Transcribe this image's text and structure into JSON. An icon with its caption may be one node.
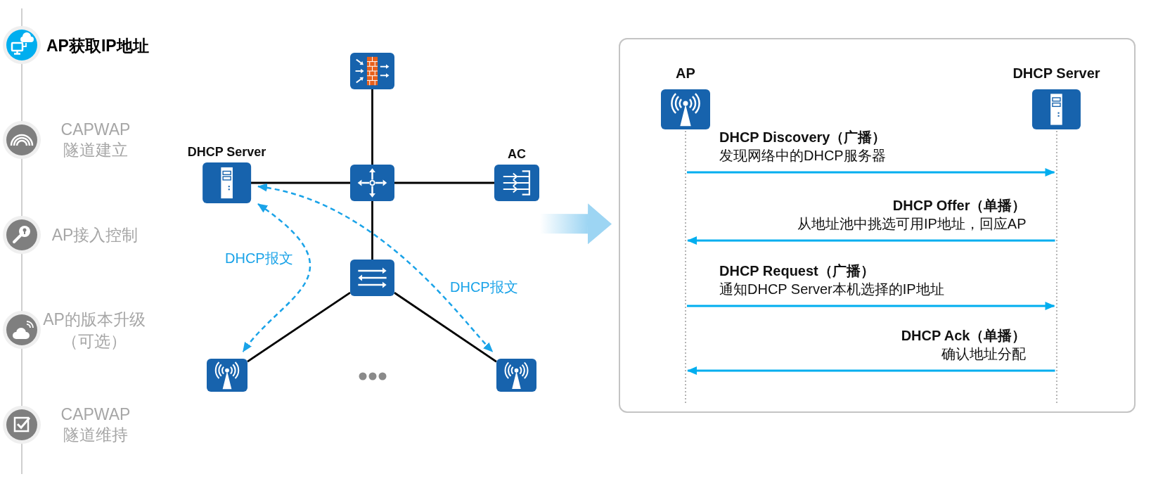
{
  "diagram": {
    "nodes": [
      {
        "text": [],
        "shape": "picture"
      },
      {
        "text": [
          "DHCP Server"
        ]
      },
      {
        "text": [],
        "shape": "picture"
      },
      {
        "text": [
          "AC"
        ]
      },
      {
        "text": [],
        "shape": "picture"
      },
      {
        "text": [],
        "shape": "picture"
      },
      {
        "text": [],
        "shape": "picture"
      },
      {
        "text": [],
        "shape": "box"
      },
      {
        "text": [
          "AP"
        ],
        "in": 7
      },
      {
        "text": [
          "DHCP Server"
        ],
        "in": 7
      }
    ],
    "edges": [
      {
        "from": 0,
        "to": 2,
        "arrow": "none"
      },
      {
        "from": 1,
        "to": 2,
        "arrow": "none"
      },
      {
        "from": 2,
        "to": 3,
        "arrow": "none"
      },
      {
        "from": 2,
        "to": 4,
        "arrow": "none"
      },
      {
        "from": 4,
        "to": 5,
        "arrow": "none"
      },
      {
        "from": 4,
        "to": 6,
        "arrow": "none"
      },
      {
        "from": 1,
        "to": 5,
        "arrow": "both",
        "label": "DHCP报文",
        "style": "dashed",
        "color": "#1aa3e8"
      },
      {
        "from": 1,
        "to": 6,
        "arrow": "both",
        "label": "DHCP报文",
        "style": "dashed",
        "color": "#1aa3e8"
      },
      {
        "from": null,
        "to": 7,
        "arrow": "to",
        "style": "thick",
        "color": "#9dd5f3"
      },
      {
        "from": 8,
        "to": 9,
        "arrow": "to",
        "label": "**DHCP Discovery（广播）**发现网络中的DHCP服务器",
        "color": "#00aeef"
      },
      {
        "from": 9,
        "to": 8,
        "arrow": "to",
        "label": "**DHCP Offer（单播）**从地址池中挑选可用IP地址，回应AP",
        "color": "#00aeef"
      },
      {
        "from": 8,
        "to": 9,
        "arrow": "to",
        "label": "**DHCP Request（广播）**通知DHCP Server本机选择的IP地址",
        "color": "#00aeef"
      },
      {
        "from": 9,
        "to": 8,
        "arrow": "to",
        "label": "**DHCP Ack（单播）**确认地址分配",
        "color": "#00aeef"
      }
    ],
    "labels": [
      "AP获取IP地址",
      "CAPWAP隧道建立",
      "AP接入控制",
      "AP的版本升级（可选）",
      "CAPWAP隧道维持"
    ]
  }
}
